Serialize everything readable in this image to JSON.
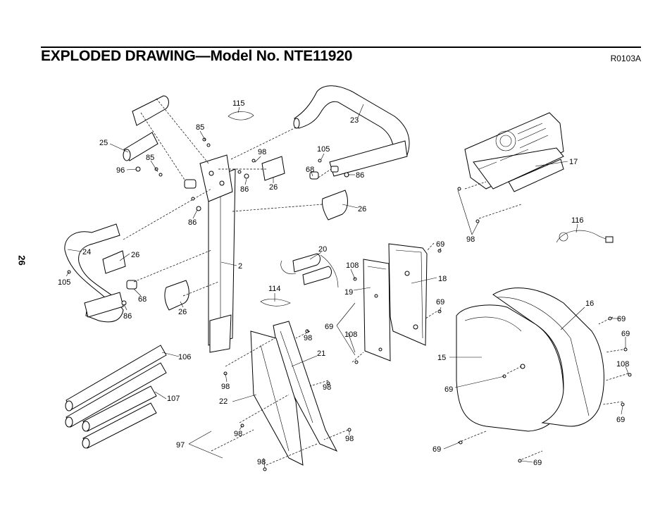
{
  "header": {
    "title": "EXPLODED DRAWING—Model No. NTE11920",
    "drawing_code": "R0103A",
    "page_number": "26"
  },
  "labels": {
    "l115": "115",
    "l23": "23",
    "l85a": "85",
    "l25": "25",
    "l98a": "98",
    "l105a": "105",
    "l96": "96",
    "l85b": "85",
    "l68a": "68",
    "l86a": "86",
    "l86b": "86",
    "l26a": "26",
    "l26b": "26",
    "l86c": "86",
    "l17": "17",
    "l116": "116",
    "l98b": "98",
    "l24": "24",
    "l26c": "26",
    "l20": "20",
    "l2": "2",
    "l69a": "69",
    "l108a": "108",
    "l18": "18",
    "l105b": "105",
    "l68b": "68",
    "l114": "114",
    "l19": "19",
    "l86d": "86",
    "l26d": "26",
    "l69b": "69",
    "l16": "16",
    "l69c": "69",
    "l69d": "69",
    "l108b": "108",
    "l98c": "98",
    "l69e": "69",
    "l106": "106",
    "l21": "21",
    "l15": "15",
    "l108c": "108",
    "l98d": "98",
    "l98e": "98",
    "l22": "22",
    "l69f": "69",
    "l107": "107",
    "l69g": "69",
    "l98f": "98",
    "l98g": "98",
    "l97": "97",
    "l69h": "69",
    "l98h": "98",
    "l69i": "69"
  }
}
